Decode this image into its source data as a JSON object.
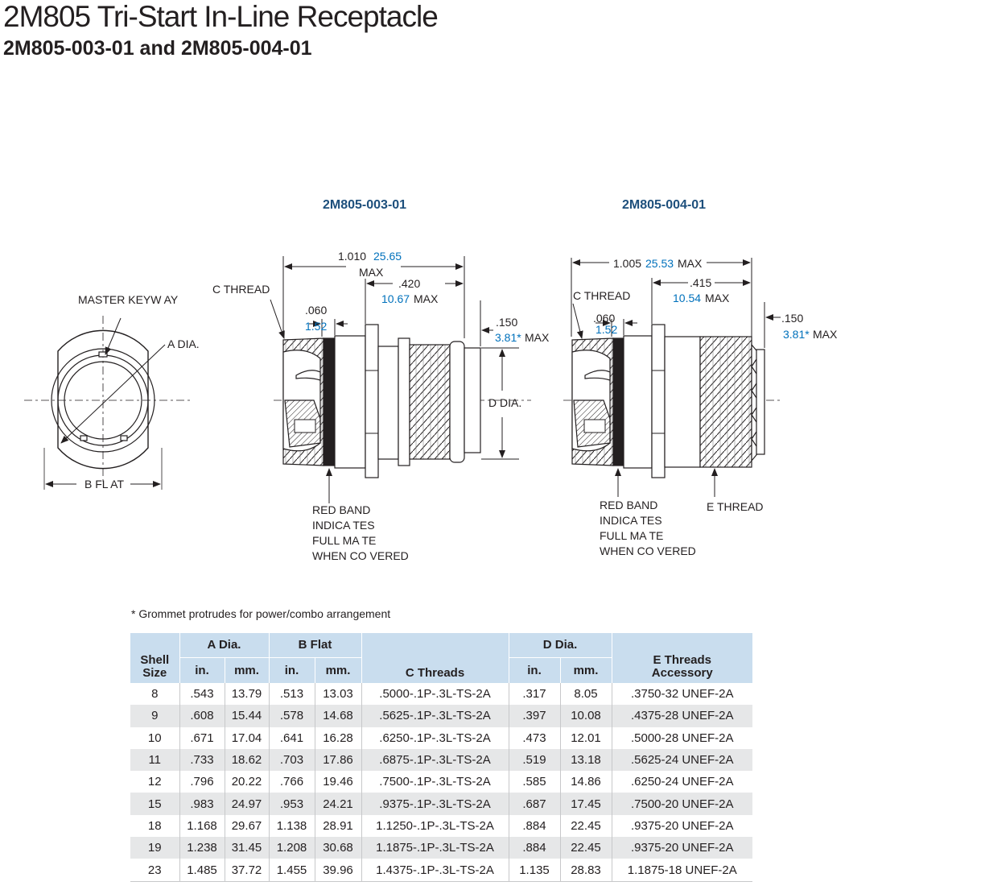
{
  "header": {
    "title": "2M805 Tri-Start In-Line Receptacle",
    "subtitle": "2M805-003-01 and 2M805-004-01"
  },
  "colors": {
    "accent_blue": "#0071bc",
    "dark_blue": "#1d4f7c",
    "header_fill": "#c9ddee",
    "stripe": "#e6e7e8"
  },
  "front_view": {
    "master_keyway": "MASTER KEYW     AY",
    "a_dia": "A DIA.",
    "b_flat": "B FL  AT"
  },
  "view_003": {
    "title": "2M805-003-01",
    "length_in": "1.010",
    "length_mm": "25.65",
    "length_max": "MAX",
    "c_thread": "C  THREAD",
    "d060_in": ".060",
    "d060_mm": "1.52",
    "d420_in": ".420",
    "d420_mm": "10.67",
    "d420_max": "MAX",
    "d150_in": ".150",
    "d150_mm": "3.81*",
    "d150_max": "MAX",
    "d_dia": "D DIA.",
    "red_band": [
      "RED BAND",
      "INDICA  TES",
      "FULL MA  TE",
      "WHEN CO    VERED"
    ]
  },
  "view_004": {
    "title": "2M805-004-01",
    "length_in": "1.005",
    "length_mm": "25.53",
    "length_max": "MAX",
    "c_thread": "C THREAD",
    "d060_in": ".060",
    "d060_mm": "1.52",
    "d415_in": ".415",
    "d415_mm": "10.54",
    "d415_max": "MAX",
    "d150_in": ".150",
    "d150_mm": "3.81*",
    "d150_max": "MAX",
    "e_thread": "E  THREAD",
    "red_band": [
      "RED BAND",
      "INDICA  TES",
      "FULL MA  TE",
      "WHEN CO    VERED"
    ]
  },
  "footnote": "* Grommet protrudes for power/combo arrangement",
  "table": {
    "headers": {
      "shell_size": "Shell Size",
      "a_dia": "A Dia.",
      "b_flat": "B Flat",
      "c_threads": "C Threads",
      "d_dia": "D Dia.",
      "e_threads": "E Threads Accessory",
      "in": "in.",
      "mm": "mm."
    },
    "rows": [
      [
        "8",
        ".543",
        "13.79",
        ".513",
        "13.03",
        ".5000-.1P-.3L-TS-2A",
        ".317",
        "8.05",
        ".3750-32 UNEF-2A"
      ],
      [
        "9",
        ".608",
        "15.44",
        ".578",
        "14.68",
        ".5625-.1P-.3L-TS-2A",
        ".397",
        "10.08",
        ".4375-28 UNEF-2A"
      ],
      [
        "10",
        ".671",
        "17.04",
        ".641",
        "16.28",
        ".6250-.1P-.3L-TS-2A",
        ".473",
        "12.01",
        ".5000-28 UNEF-2A"
      ],
      [
        "11",
        ".733",
        "18.62",
        ".703",
        "17.86",
        ".6875-.1P-.3L-TS-2A",
        ".519",
        "13.18",
        ".5625-24 UNEF-2A"
      ],
      [
        "12",
        ".796",
        "20.22",
        ".766",
        "19.46",
        ".7500-.1P-.3L-TS-2A",
        ".585",
        "14.86",
        ".6250-24 UNEF-2A"
      ],
      [
        "15",
        ".983",
        "24.97",
        ".953",
        "24.21",
        ".9375-.1P-.3L-TS-2A",
        ".687",
        "17.45",
        ".7500-20 UNEF-2A"
      ],
      [
        "18",
        "1.168",
        "29.67",
        "1.138",
        "28.91",
        "1.1250-.1P-.3L-TS-2A",
        ".884",
        "22.45",
        ".9375-20 UNEF-2A"
      ],
      [
        "19",
        "1.238",
        "31.45",
        "1.208",
        "30.68",
        "1.1875-.1P-.3L-TS-2A",
        ".884",
        "22.45",
        ".9375-20 UNEF-2A"
      ],
      [
        "23",
        "1.485",
        "37.72",
        "1.455",
        "39.96",
        "1.4375-.1P-.3L-TS-2A",
        "1.135",
        "28.83",
        "1.1875-18 UNEF-2A"
      ]
    ]
  }
}
